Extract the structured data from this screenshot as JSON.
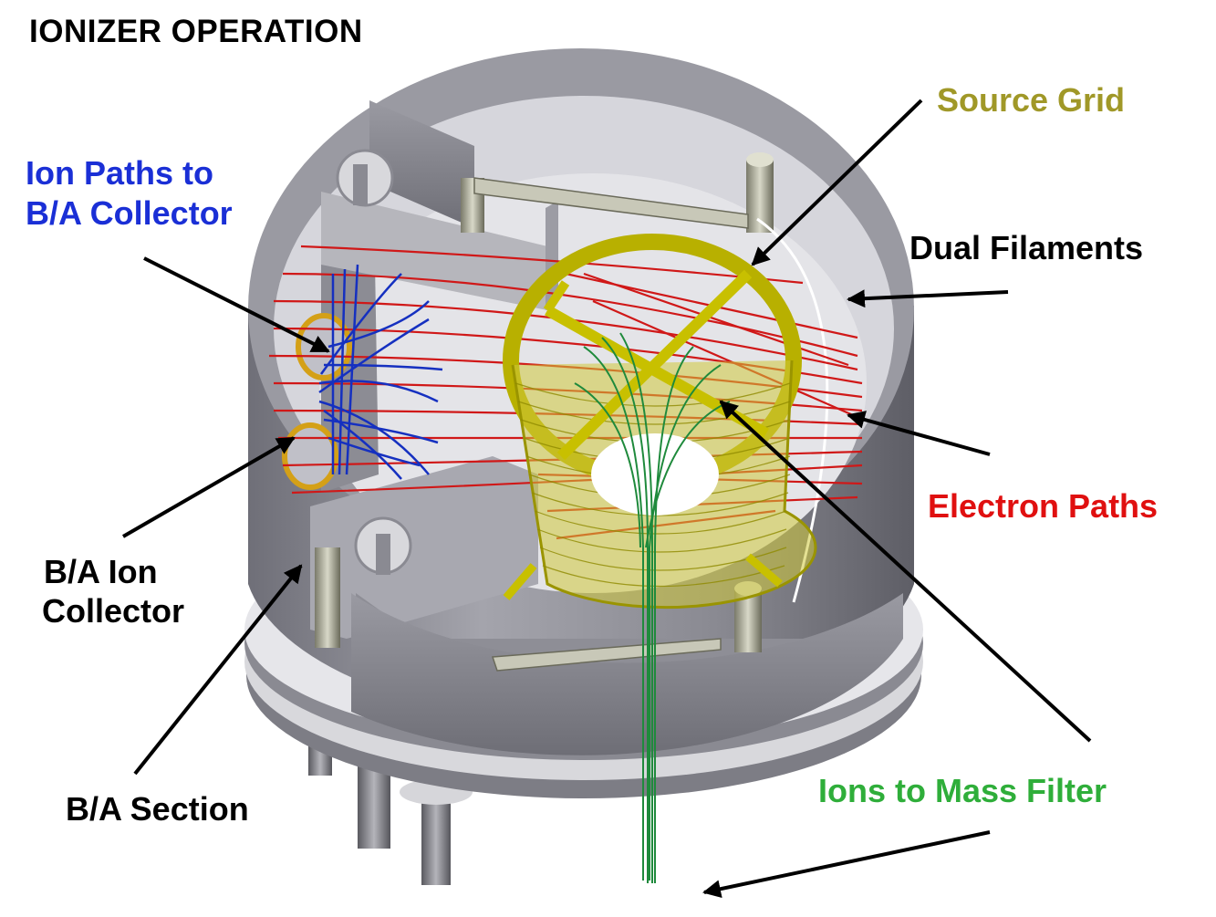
{
  "title": "IONIZER OPERATION",
  "labels": {
    "source_grid": "Source Grid",
    "ion_paths_line1": "Ion Paths to",
    "ion_paths_line2": "B/A Collector",
    "dual_filaments": "Dual Filaments",
    "electron_paths": "Electron Paths",
    "ba_ion_collector_line1": "B/A Ion",
    "ba_ion_collector_line2": "Collector",
    "ba_section": "B/A Section",
    "ions_to_mass_filter": "Ions to Mass Filter"
  },
  "colors": {
    "title_text": "#000000",
    "source_grid": "#a09828",
    "ion_paths": "#1a2fd6",
    "dual_filaments": "#000000",
    "electron_paths": "#e01010",
    "ba_ion_collector": "#000000",
    "ba_section": "#000000",
    "ions_to_mass_filter": "#2fae3a",
    "housing": "#8c8c94",
    "housing_light": "#c8c8ce",
    "floor": "#e2e2e6",
    "grid_coil": "#c8c000",
    "electron_lines": "#d01818",
    "ion_lines": "#1530c0",
    "mass_ion_lines": "#1f8a3c",
    "collector_gold": "#d4a017"
  }
}
